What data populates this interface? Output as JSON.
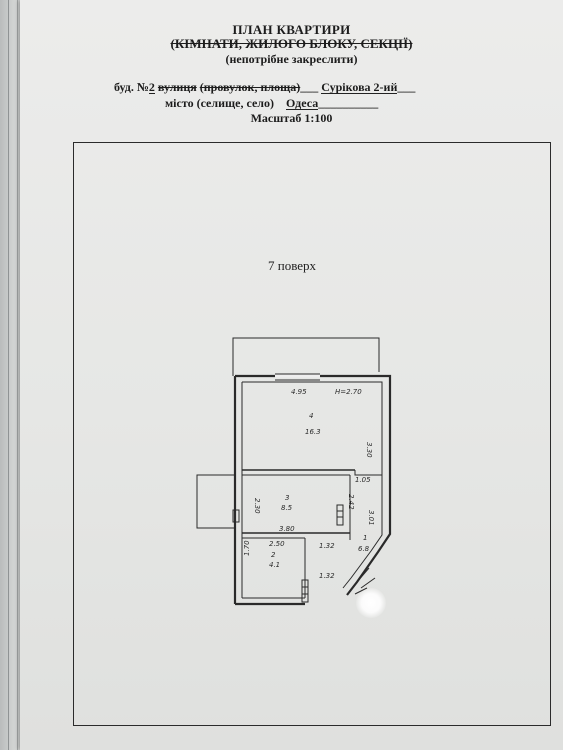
{
  "header": {
    "title": "ПЛАН КВАРТИРИ",
    "subtitle_struck": "(КІМНАТИ, ЖИЛОГО БЛОКУ, СЕКЦІЇ)",
    "note": "(непотрібне закреслити)"
  },
  "address": {
    "bud_label": "буд. №",
    "bud_number": "2",
    "street_label": "вулиця",
    "street_rest": "(провулок, площа)",
    "street_value": "Сурікова 2-ий",
    "city_label_rest": "місто (селище, село)",
    "city_value": "Одеса",
    "scale": "Масштаб 1:100"
  },
  "plan": {
    "floor": "7 поверх",
    "rooms": [
      {
        "number": "4",
        "area": "16.3"
      },
      {
        "number": "3",
        "area": "8.5"
      },
      {
        "number": "2",
        "area": "4.1"
      },
      {
        "number": "1",
        "area": "6.8"
      }
    ],
    "dimensions": {
      "d_4_95": "4.95",
      "height": "H=2.70",
      "d_3_30": "3.30",
      "d_2_30": "2.30",
      "d_2_42": "2.42",
      "d_1_05": "1.05",
      "d_3_01": "3.01",
      "d_3_80": "3.80",
      "d_2_50": "2.50",
      "d_1_32a": "1.32",
      "d_1_70": "1.70",
      "d_1_32b": "1.32"
    }
  }
}
